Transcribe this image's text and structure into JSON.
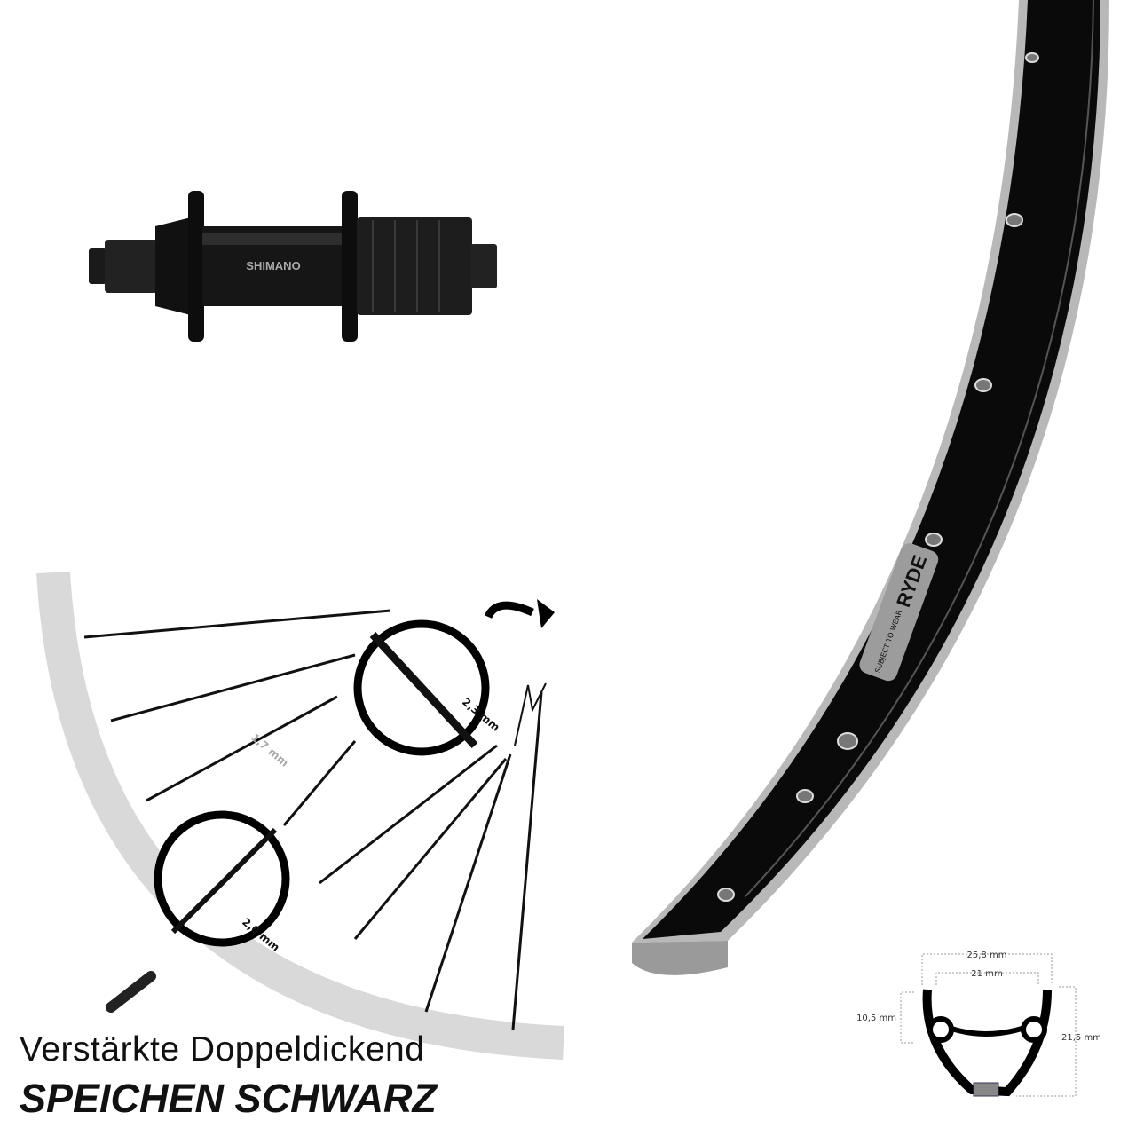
{
  "hub": {
    "brand": "SHIMANO"
  },
  "rim": {
    "brand": "RYDE",
    "label": "SUBJECT TO WEAR"
  },
  "spokes": {
    "diameters": [
      "2,3 mm",
      "1,7 mm",
      "2,0 mm"
    ],
    "caption_line1": "Verstärkte Doppeldickend",
    "caption_line2": "SPEICHEN SCHWARZ"
  },
  "profile": {
    "outer_width": "25,8 mm",
    "inner_width": "21 mm",
    "side_height": "10,5 mm",
    "total_height": "21,5 mm"
  },
  "colors": {
    "rim": "#0a0a0a",
    "rim_edge": "#b8b8b8",
    "arc": "#d9d9d9"
  }
}
